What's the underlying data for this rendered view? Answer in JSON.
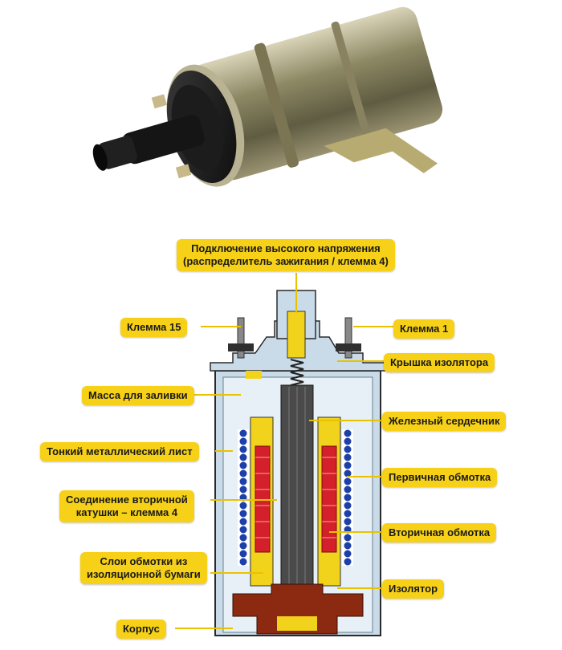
{
  "labels": {
    "high_voltage": {
      "line1": "Подключение высокого напряжения",
      "line2": "(распределитель зажигания / клемма 4)"
    },
    "terminal_15": "Клемма 15",
    "terminal_1": "Клемма 1",
    "insulator_cap": "Крышка изолятора",
    "filling_mass": "Масса для заливки",
    "iron_core": "Железный сердечник",
    "thin_sheet": "Тонкий металлический лист",
    "primary_winding": "Первичная обмотка",
    "secondary_connection": {
      "line1": "Соединение вторичной",
      "line2": "катушки – клемма 4"
    },
    "secondary_winding": "Вторичная обмотка",
    "paper_layers": {
      "line1": "Слои обмотки из",
      "line2": "изоляционной бумаги"
    },
    "insulator": "Изолятор",
    "housing": "Корпус"
  },
  "colors": {
    "label_bg": "#f7d117",
    "leader_line": "#e8c200",
    "housing_metal": "#c9dbe8",
    "insulator_brown": "#8b2a10",
    "primary_blue": "#1d3fa8",
    "secondary_red": "#d4202a",
    "core_gray": "#4a4a4a"
  }
}
